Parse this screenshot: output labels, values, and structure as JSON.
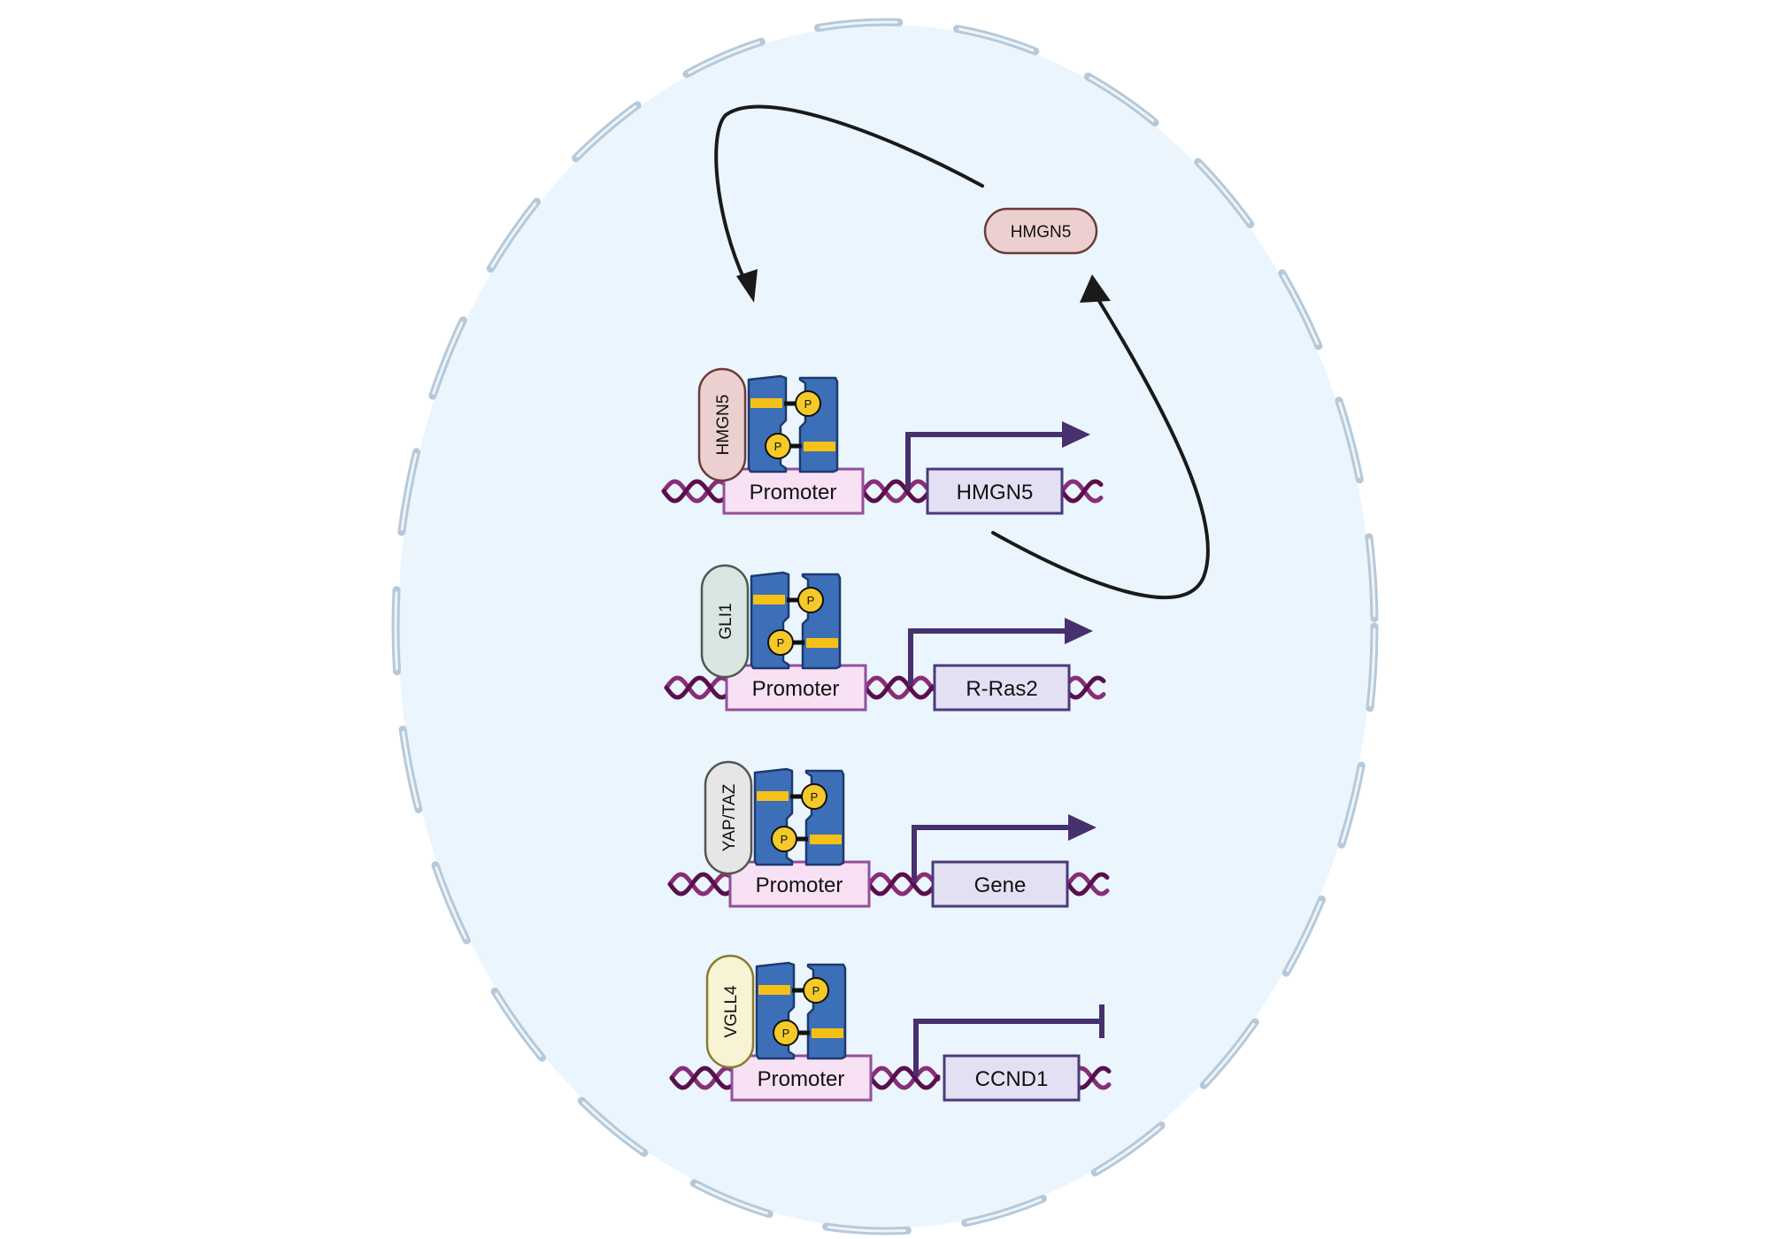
{
  "free_protein": {
    "label": "HMGN5",
    "fill": "#ecd0cf",
    "stroke": "#6b3b3b"
  },
  "rows": [
    {
      "tf_label": "HMGN5",
      "tf_fill": "#ecd0cf",
      "tf_stroke": "#6b3b3b",
      "promoter_label": "Promoter",
      "gene_label": "HMGN5",
      "outcome": "activation"
    },
    {
      "tf_label": "GLI1",
      "tf_fill": "#d9e6e2",
      "tf_stroke": "#4b5a55",
      "promoter_label": "Promoter",
      "gene_label": "R-Ras2",
      "outcome": "activation"
    },
    {
      "tf_label": "YAP/TAZ",
      "tf_fill": "#e6e6e6",
      "tf_stroke": "#555555",
      "promoter_label": "Promoter",
      "gene_label": "Gene",
      "outcome": "activation"
    },
    {
      "tf_label": "VGLL4",
      "tf_fill": "#f7f3d4",
      "tf_stroke": "#8a7a2e",
      "promoter_label": "Promoter",
      "gene_label": "CCND1",
      "outcome": "repression"
    }
  ],
  "phospho_label": "P",
  "colors": {
    "nucleus_fill": "#eaf5fd",
    "envelope": "#b7c9d8",
    "dna_dark": "#5a0f4c",
    "dna_light": "#8a2d78",
    "promoter_fill": "#f8e1f5",
    "promoter_stroke": "#93509a",
    "gene_fill": "#e4e0f4",
    "gene_stroke": "#4a3a7c",
    "tss_arrow": "#46306e",
    "histone_fill": "#3d6fb8",
    "histone_stroke": "#1d3a6e",
    "histone_band": "#f5c116",
    "phospho_fill": "#f5c92a",
    "feedback_arrow": "#1a1a1a"
  }
}
